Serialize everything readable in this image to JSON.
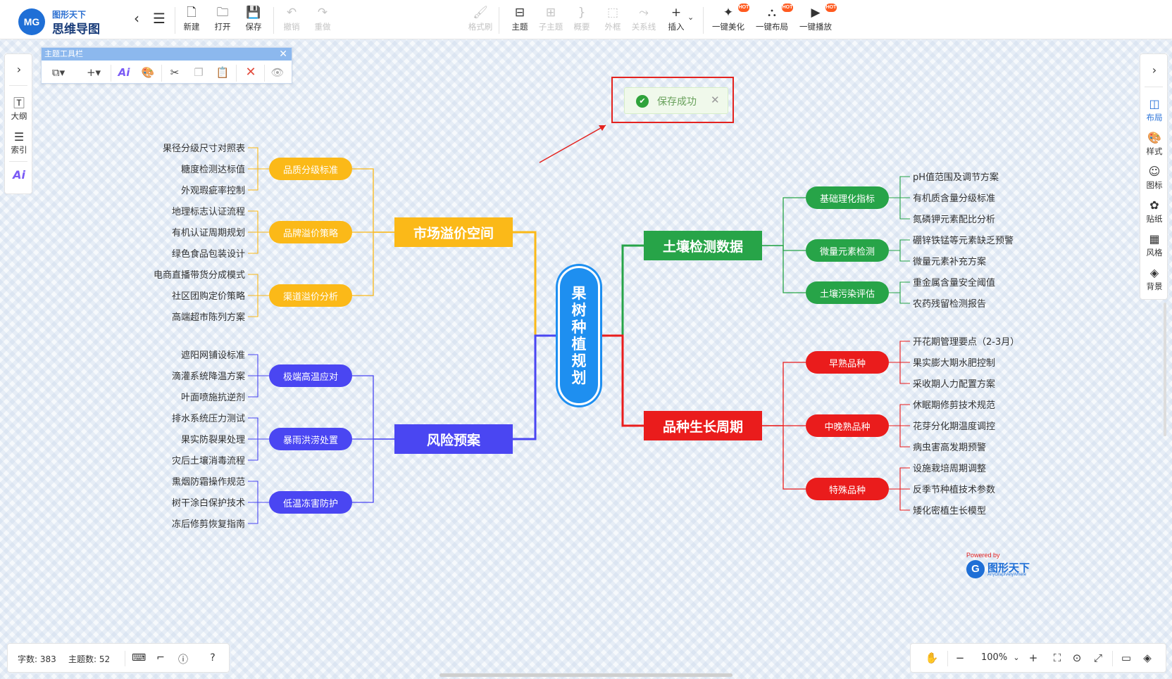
{
  "app": {
    "logo_mark": "MG",
    "logo_small": "图形天下",
    "logo_big": "思维导图"
  },
  "toolbar": {
    "new": "新建",
    "open": "打开",
    "save": "保存",
    "undo": "撤销",
    "redo": "重做",
    "format_brush": "格式刷",
    "topic": "主题",
    "subtopic": "子主题",
    "summary": "概要",
    "frame": "外框",
    "relation": "关系线",
    "insert": "插入",
    "beautify": "一键美化",
    "layout": "一键布局",
    "play": "一键播放",
    "hot": "HOT"
  },
  "left_sidebar": {
    "outline": "大纲",
    "index": "索引",
    "ai": "Ai"
  },
  "right_sidebar": {
    "layout": "布局",
    "style": "样式",
    "icon": "图标",
    "sticker": "贴纸",
    "theme": "风格",
    "background": "背景"
  },
  "topic_toolbar": {
    "title": "主题工具栏",
    "ai": "Ai"
  },
  "toast": {
    "message": "保存成功"
  },
  "mindmap": {
    "root": [
      "果",
      "树",
      "种",
      "植",
      "规",
      "划"
    ],
    "branches": {
      "market": {
        "label": "市场溢价空间",
        "color": "#fbb918",
        "subs": [
          {
            "label": "品质分级标准",
            "leaves": [
              "果径分级尺寸对照表",
              "糖度检测达标值",
              "外观瑕疵率控制"
            ]
          },
          {
            "label": "品牌溢价策略",
            "leaves": [
              "地理标志认证流程",
              "有机认证周期规划",
              "绿色食品包装设计"
            ]
          },
          {
            "label": "渠道溢价分析",
            "leaves": [
              "电商直播带货分成模式",
              "社区团购定价策略",
              "高端超市陈列方案"
            ]
          }
        ]
      },
      "risk": {
        "label": "风险预案",
        "color": "#4a46f2",
        "subs": [
          {
            "label": "极端高温应对",
            "leaves": [
              "遮阳网铺设标准",
              "滴灌系统降温方案",
              "叶面喷施抗逆剂"
            ]
          },
          {
            "label": "暴雨洪涝处置",
            "leaves": [
              "排水系统压力测试",
              "果实防裂果处理",
              "灾后土壤消毒流程"
            ]
          },
          {
            "label": "低温冻害防护",
            "leaves": [
              "熏烟防霜操作规范",
              "树干涂白保护技术",
              "冻后修剪恢复指南"
            ]
          }
        ]
      },
      "soil": {
        "label": "土壤检测数据",
        "color": "#27a448",
        "subs": [
          {
            "label": "基础理化指标",
            "leaves": [
              "pH值范围及调节方案",
              "有机质含量分级标准",
              "氮磷钾元素配比分析"
            ]
          },
          {
            "label": "微量元素检测",
            "leaves": [
              "硼锌铁锰等元素缺乏预警",
              "微量元素补充方案"
            ]
          },
          {
            "label": "土壤污染评估",
            "leaves": [
              "重金属含量安全阈值",
              "农药残留检测报告"
            ]
          }
        ]
      },
      "growth": {
        "label": "品种生长周期",
        "color": "#ea1c1c",
        "subs": [
          {
            "label": "早熟品种",
            "leaves": [
              "开花期管理要点（2-3月）",
              "果实膨大期水肥控制",
              "采收期人力配置方案"
            ]
          },
          {
            "label": "中晚熟品种",
            "leaves": [
              "休眠期修剪技术规范",
              "花芽分化期温度调控",
              "病虫害高发期预警"
            ]
          },
          {
            "label": "特殊品种",
            "leaves": [
              "设施栽培周期调整",
              "反季节种植技术参数",
              "矮化密植生长模型"
            ]
          }
        ]
      }
    }
  },
  "powered": {
    "small": "Powered by",
    "mark": "G",
    "name": "图形天下",
    "sub": "AnyGraphAnyWhere"
  },
  "status": {
    "word_count": "字数: 383",
    "topic_count": "主题数: 52"
  },
  "zoom": {
    "value": "100%"
  }
}
